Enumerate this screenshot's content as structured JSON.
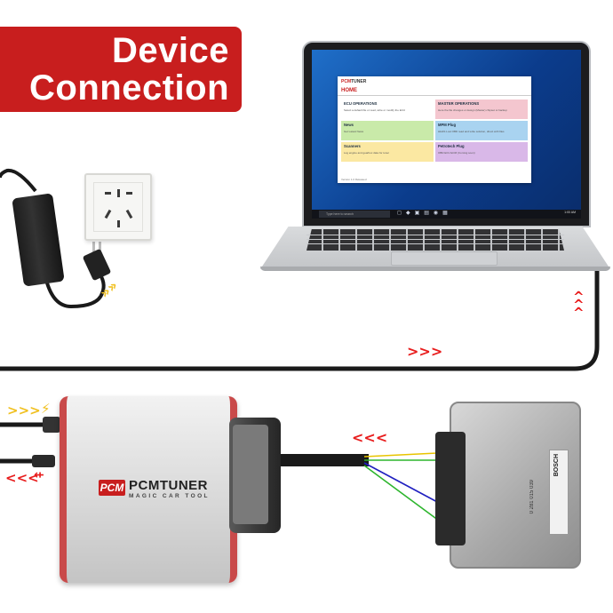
{
  "banner": {
    "line1": "Device",
    "line2": "Connection"
  },
  "app": {
    "brand_pcm": "PCM",
    "brand_tuner": "TUNER",
    "home": "HOME",
    "tiles": [
      {
        "title": "ECU OPERATIONS",
        "desc": "Select a default file or read, write or modify the ECU",
        "color": "#ffffff"
      },
      {
        "title": "MASTER OPERATIONS",
        "desc": "Here the file changes or design (Master) chipset or backup",
        "color": "#f4c6cf"
      },
      {
        "title": "News",
        "desc": "Get Latest News",
        "color": "#c9eaa9"
      },
      {
        "title": "MPM Plug",
        "desc": "HH&S Lost OBD read and write solution, direct with files",
        "color": "#a9d3f0"
      },
      {
        "title": "Scanners",
        "desc": "Log engine and gearbox data for tuner",
        "color": "#fbe8a2"
      },
      {
        "title": "Petrotech Plug",
        "desc": "OBD ECU ECM (Coming soon)",
        "color": "#d9b8e8"
      }
    ],
    "footer": "Version 1.0 Released"
  },
  "taskbar": {
    "search_placeholder": "Type here to search",
    "time": "1:00 AM"
  },
  "device": {
    "badge": "PCM",
    "name": "PCMTUNER",
    "tagline": "MAGIC CAR TOOL"
  },
  "ecu": {
    "brand": "BOSCH",
    "part": "0 281 015 039"
  },
  "arrows": {
    "right": ">>>",
    "up": "^^^",
    "left": "<<<",
    "power_in": ">>>"
  },
  "colors": {
    "accent": "#c81e1e",
    "arrow": "#e81c1c",
    "power": "#f0c020"
  },
  "icons": {
    "lightning": "lightning-icon",
    "usb": "usb-icon"
  }
}
